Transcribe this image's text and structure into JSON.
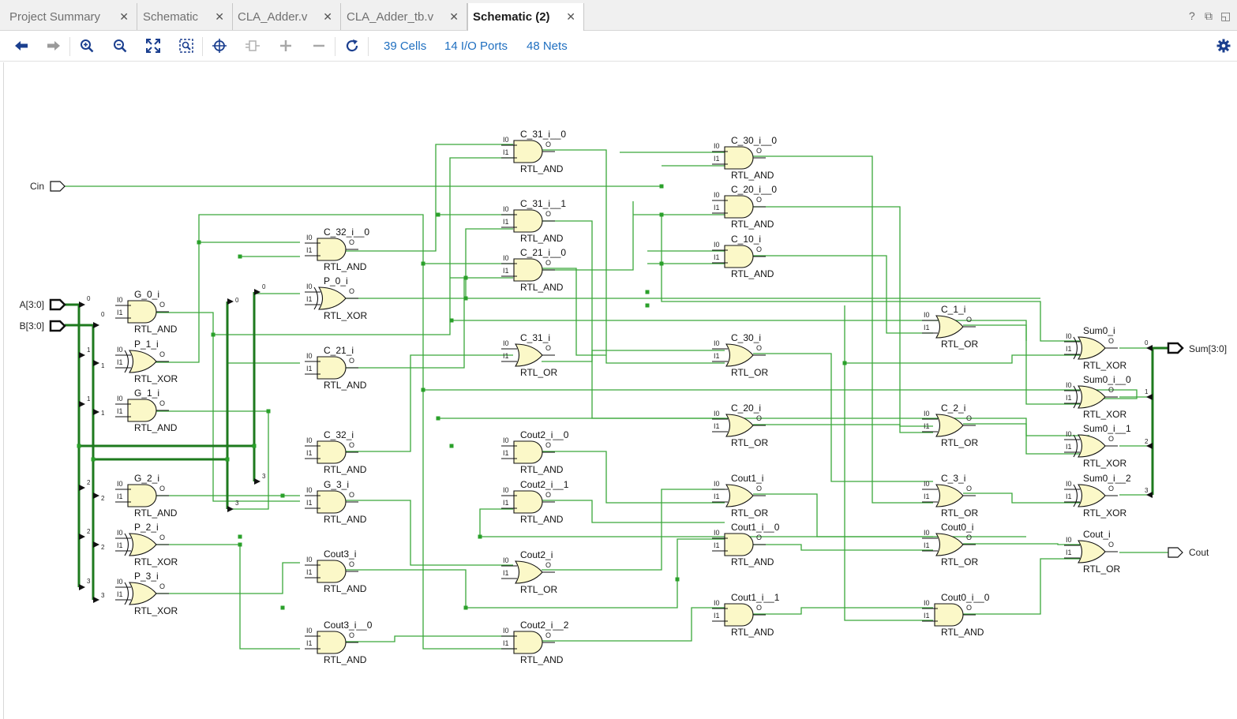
{
  "tabs": [
    {
      "label": "Project Summary",
      "active": false
    },
    {
      "label": "Schematic",
      "active": false
    },
    {
      "label": "CLA_Adder.v",
      "active": false
    },
    {
      "label": "CLA_Adder_tb.v",
      "active": false
    },
    {
      "label": "Schematic (2)",
      "active": true
    }
  ],
  "window_controls": [
    "help-icon",
    "restore-icon",
    "float-icon",
    "maximize-icon"
  ],
  "toolbar": {
    "buttons": [
      "back-icon",
      "forward-icon",
      "zoom-in-icon",
      "zoom-out-icon",
      "fit-icon",
      "zoom-area-icon",
      "select-icon",
      "expand-icon",
      "add-icon",
      "remove-icon",
      "refresh-icon"
    ],
    "cells": "39 Cells",
    "ports": "14 I/O Ports",
    "nets": "48 Nets",
    "settings": "gear-icon"
  },
  "schematic": {
    "ports": {
      "cin": "Cin",
      "a": "A[3:0]",
      "b": "B[3:0]",
      "sum": "Sum[3:0]",
      "cout": "Cout"
    },
    "pin_labels": {
      "i0": "I0",
      "i1": "I1",
      "o": "O"
    },
    "bit_labels": [
      "0",
      "1",
      "2",
      "3"
    ],
    "cells": [
      {
        "name": "G_0_i",
        "type": "RTL_AND"
      },
      {
        "name": "P_1_i",
        "type": "RTL_XOR"
      },
      {
        "name": "G_1_i",
        "type": "RTL_AND"
      },
      {
        "name": "G_2_i",
        "type": "RTL_AND"
      },
      {
        "name": "P_2_i",
        "type": "RTL_XOR"
      },
      {
        "name": "P_3_i",
        "type": "RTL_XOR"
      },
      {
        "name": "C_32_i__0",
        "type": "RTL_AND"
      },
      {
        "name": "P_0_i",
        "type": "RTL_XOR"
      },
      {
        "name": "C_21_i",
        "type": "RTL_AND"
      },
      {
        "name": "C_32_i",
        "type": "RTL_AND"
      },
      {
        "name": "G_3_i",
        "type": "RTL_AND"
      },
      {
        "name": "Cout3_i",
        "type": "RTL_AND"
      },
      {
        "name": "Cout3_i__0",
        "type": "RTL_AND"
      },
      {
        "name": "C_31_i__0",
        "type": "RTL_AND"
      },
      {
        "name": "C_31_i__1",
        "type": "RTL_AND"
      },
      {
        "name": "C_21_i__0",
        "type": "RTL_AND"
      },
      {
        "name": "C_31_i",
        "type": "RTL_OR"
      },
      {
        "name": "Cout2_i__0",
        "type": "RTL_AND"
      },
      {
        "name": "Cout2_i__1",
        "type": "RTL_AND"
      },
      {
        "name": "Cout2_i",
        "type": "RTL_OR"
      },
      {
        "name": "Cout2_i__2",
        "type": "RTL_AND"
      },
      {
        "name": "C_30_i__0",
        "type": "RTL_AND"
      },
      {
        "name": "C_20_i__0",
        "type": "RTL_AND"
      },
      {
        "name": "C_10_i",
        "type": "RTL_AND"
      },
      {
        "name": "C_30_i",
        "type": "RTL_OR"
      },
      {
        "name": "C_20_i",
        "type": "RTL_OR"
      },
      {
        "name": "Cout1_i",
        "type": "RTL_OR"
      },
      {
        "name": "Cout1_i__0",
        "type": "RTL_AND"
      },
      {
        "name": "Cout1_i__1",
        "type": "RTL_AND"
      },
      {
        "name": "C_1_i",
        "type": "RTL_OR"
      },
      {
        "name": "C_2_i",
        "type": "RTL_OR"
      },
      {
        "name": "C_3_i",
        "type": "RTL_OR"
      },
      {
        "name": "Cout0_i",
        "type": "RTL_OR"
      },
      {
        "name": "Cout0_i__0",
        "type": "RTL_AND"
      },
      {
        "name": "Sum0_i",
        "type": "RTL_XOR"
      },
      {
        "name": "Sum0_i__0",
        "type": "RTL_XOR"
      },
      {
        "name": "Sum0_i__1",
        "type": "RTL_XOR"
      },
      {
        "name": "Sum0_i__2",
        "type": "RTL_XOR"
      },
      {
        "name": "Cout_i",
        "type": "RTL_OR"
      }
    ]
  }
}
